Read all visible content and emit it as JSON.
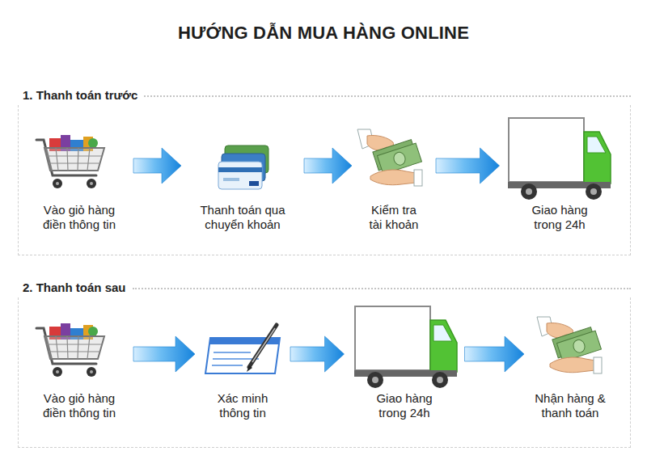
{
  "diagram": {
    "title": "HƯỚNG DẪN MUA HÀNG ONLINE",
    "nodes": [
      {
        "text": [
          "1. Thanh toán trước"
        ]
      },
      {
        "text": [
          "Vào giỏ hàng điền thông tin"
        ],
        "in": 0
      },
      {
        "text": [
          "Thanh toán qua chuyển khoản"
        ],
        "in": 0
      },
      {
        "text": [
          "Kiểm tra tài khoản"
        ],
        "in": 0
      },
      {
        "text": [
          "Giao hàng trong 24h"
        ],
        "in": 0
      },
      {
        "text": [
          "2. Thanh toán sau"
        ]
      },
      {
        "text": [
          "Vào giỏ hàng điền thông tin"
        ],
        "in": 5
      },
      {
        "text": [
          "Xác minh thông tin"
        ],
        "in": 5
      },
      {
        "text": [
          "Giao hàng trong 24h"
        ],
        "in": 5
      },
      {
        "text": [
          "Nhận hàng & thanh toán"
        ],
        "in": 5
      }
    ],
    "edges": [
      {
        "from": 1,
        "to": 2,
        "arrow": "to"
      },
      {
        "from": 2,
        "to": 3,
        "arrow": "to"
      },
      {
        "from": 3,
        "to": 4,
        "arrow": "to"
      },
      {
        "from": 6,
        "to": 7,
        "arrow": "to"
      },
      {
        "from": 7,
        "to": 8,
        "arrow": "to"
      },
      {
        "from": 8,
        "to": 9,
        "arrow": "to"
      }
    ]
  }
}
